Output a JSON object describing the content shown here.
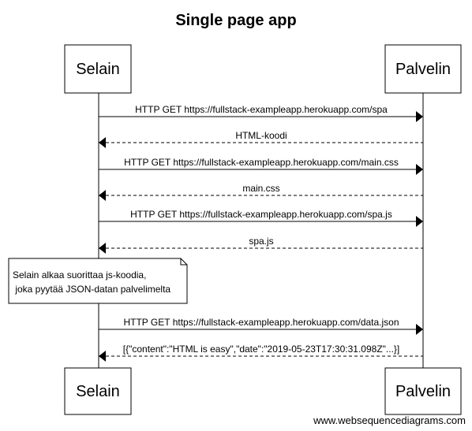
{
  "title": "Single page app",
  "participants": {
    "browser": "Selain",
    "server": "Palvelin"
  },
  "messages": [
    {
      "label": "HTTP GET https://fullstack-exampleapp.herokuapp.com/spa",
      "direction": "right",
      "style": "solid"
    },
    {
      "label": "HTML-koodi",
      "direction": "left",
      "style": "dashed"
    },
    {
      "label": "HTTP GET https://fullstack-exampleapp.herokuapp.com/main.css",
      "direction": "right",
      "style": "solid"
    },
    {
      "label": "main.css",
      "direction": "left",
      "style": "dashed"
    },
    {
      "label": "HTTP GET https://fullstack-exampleapp.herokuapp.com/spa.js",
      "direction": "right",
      "style": "solid"
    },
    {
      "label": "spa.js",
      "direction": "left",
      "style": "dashed"
    },
    {
      "label": "HTTP GET https://fullstack-exampleapp.herokuapp.com/data.json",
      "direction": "right",
      "style": "solid"
    },
    {
      "label": "[{\"content\":\"HTML is easy\",\"date\":\"2019-05-23T17:30:31.098Z\"...}]",
      "direction": "left",
      "style": "dashed"
    }
  ],
  "note": {
    "lines": [
      "Selain alkaa suorittaa js-koodia,",
      " joka pyytää JSON-datan palvelimelta"
    ]
  },
  "watermark": "www.websequencediagrams.com"
}
